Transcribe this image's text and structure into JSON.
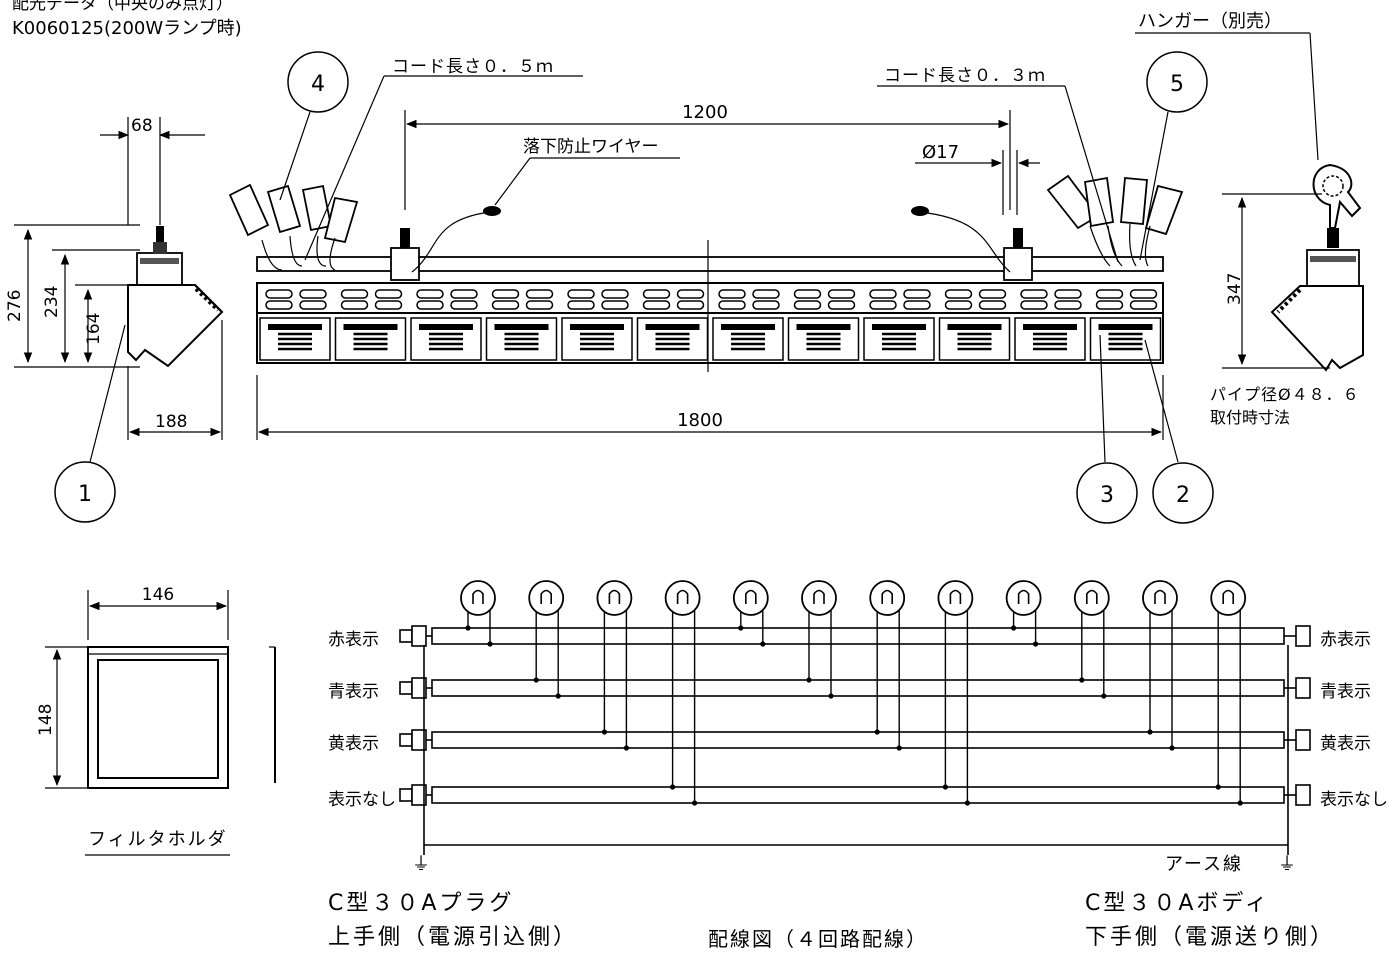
{
  "header": {
    "line1": "配光データ（中央のみ点灯）",
    "line2": "K0060125(200Wランプ時)",
    "hanger": "ハンガー（別売）"
  },
  "dimensions": {
    "side_top": "68",
    "h276": "276",
    "h234": "234",
    "h164": "164",
    "side_bottom": "188",
    "span1200": "1200",
    "phi17": "Ø17",
    "span1800": "1800",
    "h347": "347",
    "filter_w": "146",
    "filter_h": "148"
  },
  "notes": {
    "cord_left": "コード長さ０．５ｍ",
    "cord_right": "コード長さ０．３ｍ",
    "wire": "落下防止ワイヤー",
    "pipe": "パイプ径Ø４８．６",
    "mount": "取付時寸法"
  },
  "callouts": [
    "1",
    "2",
    "3",
    "4",
    "5"
  ],
  "filter_holder_label": "フィルタホルダ",
  "wiring": {
    "circuits": [
      "赤表示",
      "青表示",
      "黄表示",
      "表示なし"
    ],
    "earth": "アース線",
    "earth_symbol": "⏚",
    "plug_title": "C型３０Aプラグ",
    "plug_sub": "上手側（電源引込側）",
    "body_title": "C型３０Aボディ",
    "body_sub": "下手側（電源送り側）",
    "caption": "配線図（４回路配線）",
    "bulb_count": 12
  }
}
